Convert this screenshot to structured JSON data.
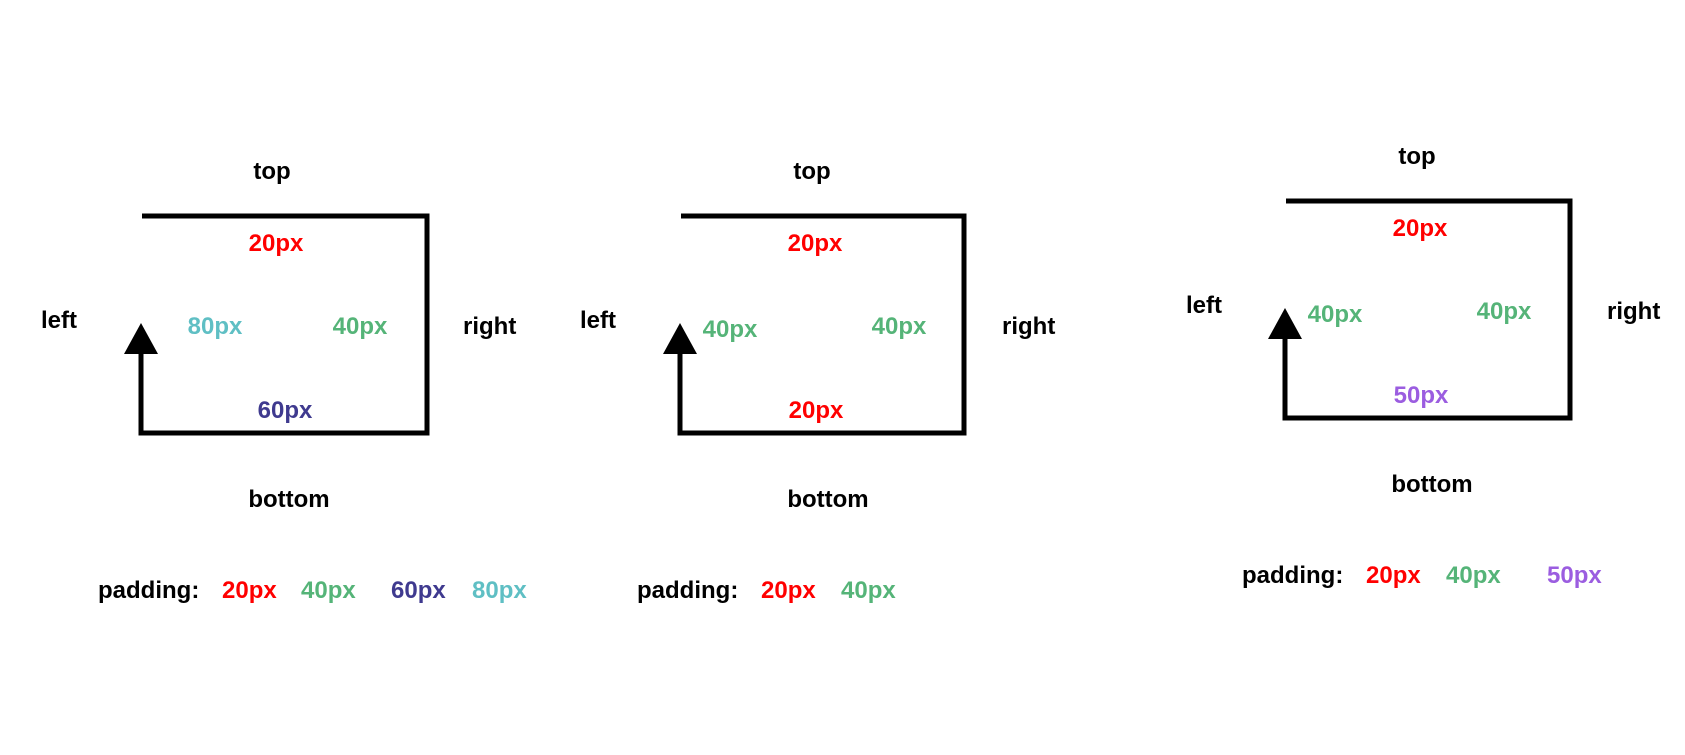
{
  "colors": {
    "background": "#ffffff",
    "line": "#000000",
    "top_value": "#ff0000",
    "side_value": "#55b478",
    "bottom_value_1": "#3f3a8f",
    "left_value_1": "#5fbfc4",
    "bottom_value_3": "#9b5de0"
  },
  "diagrams": [
    {
      "top_label": "top",
      "bottom_label": "bottom",
      "left_label": "left",
      "right_label": "right",
      "top_value": "20px",
      "right_value": "40px",
      "bottom_value": "60px",
      "left_value": "80px",
      "padding_label": "padding:",
      "padding_values": [
        "20px",
        "40px",
        "60px",
        "80px"
      ]
    },
    {
      "top_label": "top",
      "bottom_label": "bottom",
      "left_label": "left",
      "right_label": "right",
      "top_value": "20px",
      "right_value": "40px",
      "bottom_value": "20px",
      "left_value": "40px",
      "padding_label": "padding:",
      "padding_values": [
        "20px",
        "40px"
      ]
    },
    {
      "top_label": "top",
      "bottom_label": "bottom",
      "left_label": "left",
      "right_label": "right",
      "top_value": "20px",
      "right_value": "40px",
      "bottom_value": "50px",
      "left_value": "40px",
      "padding_label": "padding:",
      "padding_values": [
        "20px",
        "40px",
        "50px"
      ]
    }
  ]
}
